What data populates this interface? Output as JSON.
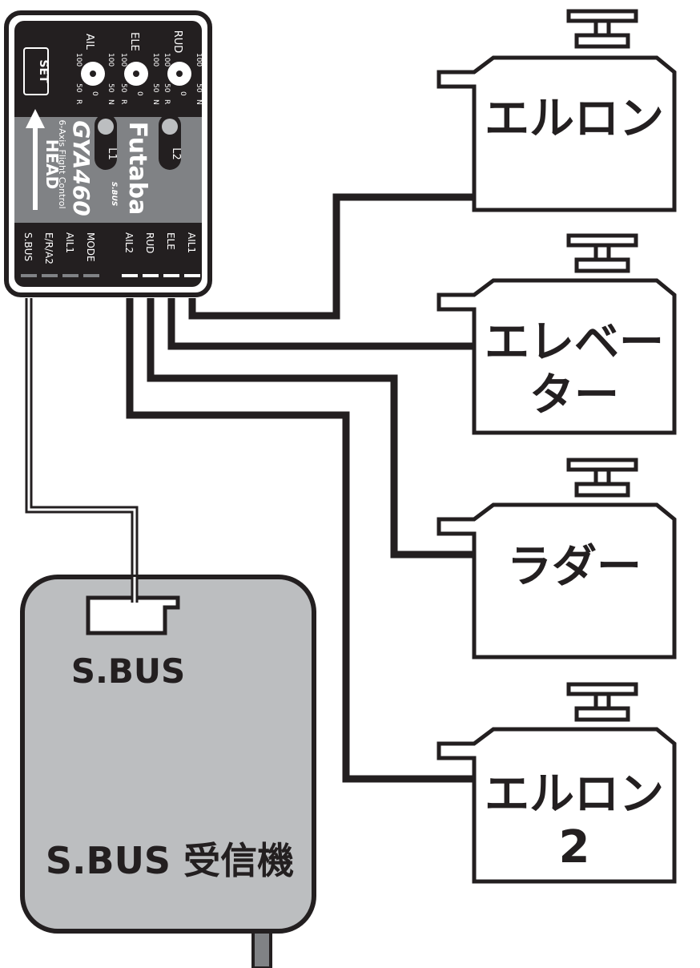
{
  "gyro": {
    "brand": "Futaba",
    "model": "GYA460",
    "subtitle": "6-Axis Flight Control",
    "bus_logo": "S.BUS",
    "set_button": "SET",
    "head_label": "HEAD",
    "leds": [
      {
        "label": "L1"
      },
      {
        "label": "L2"
      }
    ],
    "dials": [
      {
        "name": "AIL",
        "scale": [
          "100",
          "50",
          "0",
          "50",
          "100"
        ],
        "ends": [
          "R",
          "N"
        ]
      },
      {
        "name": "ELE",
        "scale": [
          "100",
          "50",
          "0",
          "50",
          "100"
        ],
        "ends": [
          "R",
          "N"
        ]
      },
      {
        "name": "RUD",
        "scale": [
          "100",
          "50",
          "0",
          "50",
          "100"
        ],
        "ends": [
          "R",
          "N"
        ]
      }
    ],
    "ports": [
      "S.BUS",
      "E/R/A2",
      "AIL1",
      "MODE",
      "AIL2",
      "RUD",
      "ELE",
      "AIL1"
    ]
  },
  "servos": [
    {
      "label_lines": [
        "エルロン"
      ]
    },
    {
      "label_lines": [
        "エレベー",
        "ター"
      ]
    },
    {
      "label_lines": [
        "ラダー"
      ]
    },
    {
      "label_lines": [
        "エルロン",
        "2"
      ]
    }
  ],
  "receiver": {
    "port_label": "S.BUS",
    "name": "S.BUS 受信機"
  },
  "colors": {
    "line": "#231f20",
    "gyro_body": "#231f20",
    "gyro_band": "#808285",
    "receiver_fill": "#bcbec0",
    "servo_fill": "#ffffff"
  }
}
